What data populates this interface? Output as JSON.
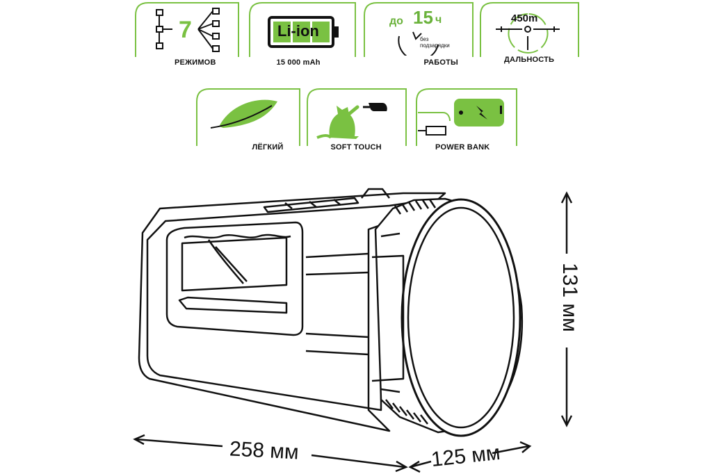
{
  "features": [
    {
      "number": "7",
      "caption": "РЕЖИМОВ",
      "icon": "modes-tree-icon"
    },
    {
      "badge": "Li-ion",
      "caption": "15 000 mAh",
      "icon": "battery-icon"
    },
    {
      "prefix": "до",
      "hours": "15",
      "unit": "ч",
      "note": "без подзарядки",
      "caption": "РАБОТЫ",
      "icon": "clock-icon"
    },
    {
      "distance": "450m",
      "caption": "ДАЛЬНОСТЬ",
      "icon": "crosshair-icon"
    },
    {
      "caption": "ЛЁГКИЙ",
      "icon": "feather-icon"
    },
    {
      "caption": "SOFT TOUCH",
      "icon": "cat-hand-icon"
    },
    {
      "caption": "POWER BANK",
      "icon": "phone-charging-icon"
    }
  ],
  "dimensions": {
    "length": "258 мм",
    "width": "125 мм",
    "height": "131 мм"
  },
  "colors": {
    "accent": "#7ac142",
    "line": "#111111"
  }
}
